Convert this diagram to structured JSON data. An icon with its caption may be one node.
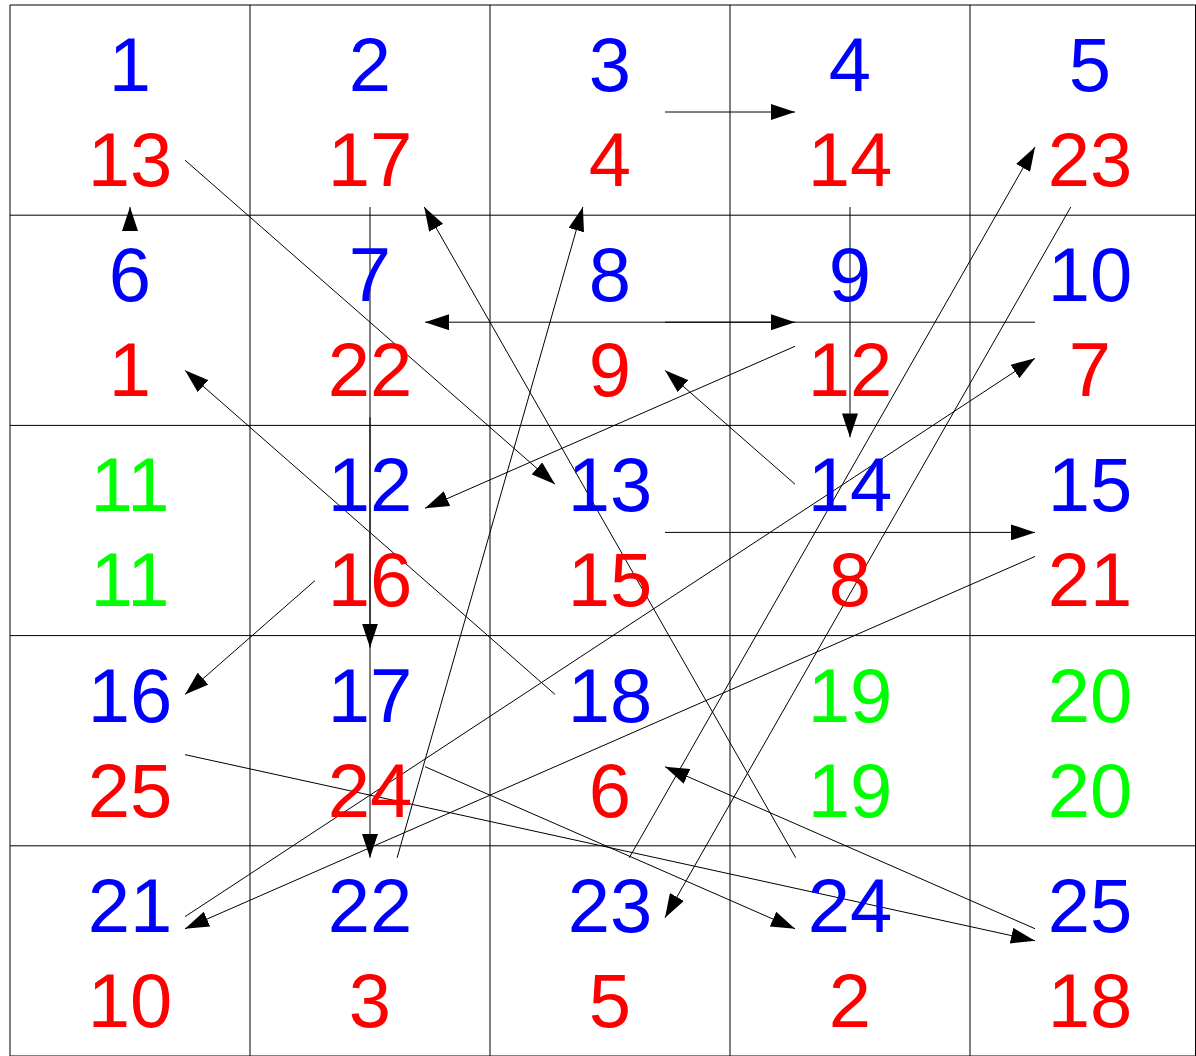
{
  "diagram": {
    "nodes": [
      {
        "text": [
          "1",
          "13"
        ]
      },
      {
        "text": [
          "2",
          "17"
        ]
      },
      {
        "text": [
          "3",
          "4"
        ]
      },
      {
        "text": [
          "4",
          "14"
        ]
      },
      {
        "text": [
          "5",
          "23"
        ]
      },
      {
        "text": [
          "6",
          "1"
        ]
      },
      {
        "text": [
          "7",
          "22"
        ]
      },
      {
        "text": [
          "8",
          "9"
        ]
      },
      {
        "text": [
          "9",
          "12"
        ]
      },
      {
        "text": [
          "10",
          "7"
        ]
      },
      {
        "text": [
          "11",
          "11"
        ]
      },
      {
        "text": [
          "12",
          "16"
        ]
      },
      {
        "text": [
          "13",
          "15"
        ]
      },
      {
        "text": [
          "14",
          "8"
        ]
      },
      {
        "text": [
          "15",
          "21"
        ]
      },
      {
        "text": [
          "16",
          "25"
        ]
      },
      {
        "text": [
          "17",
          "24"
        ]
      },
      {
        "text": [
          "18",
          "6"
        ]
      },
      {
        "text": [
          "19",
          "19"
        ]
      },
      {
        "text": [
          "20",
          "20"
        ]
      },
      {
        "text": [
          "21",
          "10"
        ]
      },
      {
        "text": [
          "22",
          "3"
        ]
      },
      {
        "text": [
          "23",
          "5"
        ]
      },
      {
        "text": [
          "24",
          "2"
        ]
      },
      {
        "text": [
          "25",
          "18"
        ]
      }
    ],
    "edges": [
      {
        "from": 0,
        "to": 12,
        "arrow": "to"
      },
      {
        "from": 1,
        "to": 16,
        "arrow": "to"
      },
      {
        "from": 2,
        "to": 3,
        "arrow": "to"
      },
      {
        "from": 3,
        "to": 13,
        "arrow": "to"
      },
      {
        "from": 4,
        "to": 22,
        "arrow": "to"
      },
      {
        "from": 5,
        "to": 0,
        "arrow": "to"
      },
      {
        "from": 6,
        "to": 21,
        "arrow": "to"
      },
      {
        "from": 7,
        "to": 8,
        "arrow": "to"
      },
      {
        "from": 8,
        "to": 11,
        "arrow": "to"
      },
      {
        "from": 9,
        "to": 6,
        "arrow": "to"
      },
      {
        "from": 11,
        "to": 15,
        "arrow": "to"
      },
      {
        "from": 12,
        "to": 14,
        "arrow": "to"
      },
      {
        "from": 13,
        "to": 7,
        "arrow": "to"
      },
      {
        "from": 14,
        "to": 20,
        "arrow": "to"
      },
      {
        "from": 15,
        "to": 24,
        "arrow": "to"
      },
      {
        "from": 16,
        "to": 23,
        "arrow": "to"
      },
      {
        "from": 17,
        "to": 5,
        "arrow": "to"
      },
      {
        "from": 20,
        "to": 9,
        "arrow": "to"
      },
      {
        "from": 21,
        "to": 2,
        "arrow": "to"
      },
      {
        "from": 22,
        "to": 4,
        "arrow": "to"
      },
      {
        "from": 23,
        "to": 1,
        "arrow": "to"
      },
      {
        "from": 24,
        "to": 17,
        "arrow": "to"
      }
    ]
  }
}
